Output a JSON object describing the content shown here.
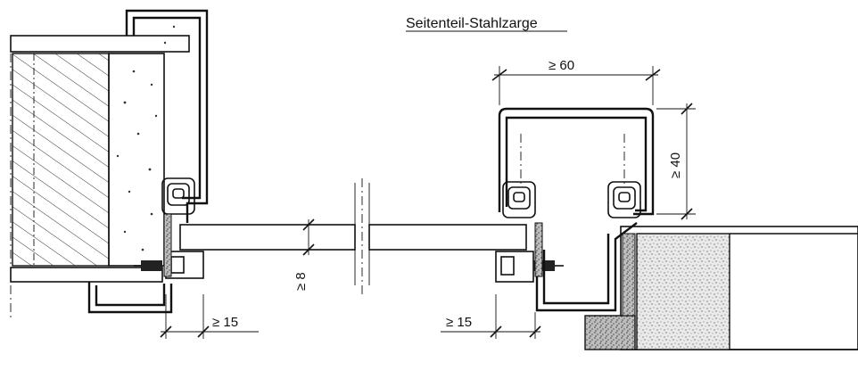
{
  "drawing": {
    "title": "Seitenteil-Stahlzarge",
    "dimensions": {
      "width_min": "≥ 60",
      "height_min": "≥ 40",
      "thickness_min": "≥ 8",
      "left_offset_min": "≥ 15",
      "right_offset_min": "≥ 15"
    }
  }
}
